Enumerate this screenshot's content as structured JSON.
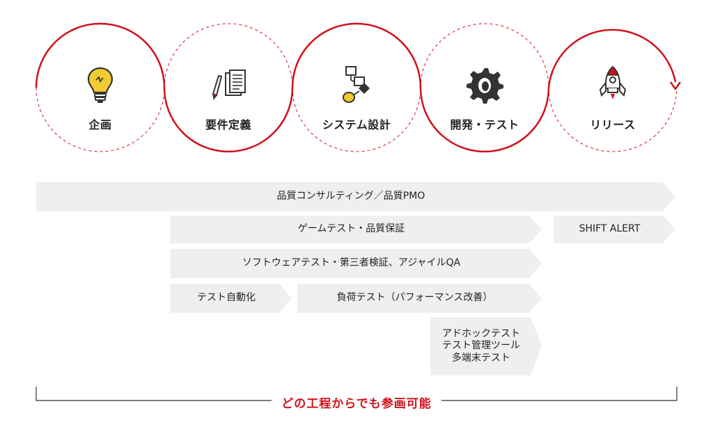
{
  "colors": {
    "accent": "#d0121b",
    "bar": "#efefef",
    "icon_yellow": "#f2cb30",
    "icon_dark": "#333333"
  },
  "stages": [
    {
      "label": "企画",
      "icon": "lightbulb-icon"
    },
    {
      "label": "要件定義",
      "icon": "documents-pencil-icon"
    },
    {
      "label": "システム設計",
      "icon": "flowchart-icon"
    },
    {
      "label": "開発・テスト",
      "icon": "gear-icon"
    },
    {
      "label": "リリース",
      "icon": "rocket-icon"
    }
  ],
  "services": {
    "quality_consulting": "品質コンサルティング／品質PMO",
    "game_test": "ゲームテスト・品質保証",
    "shift_alert": "SHIFT ALERT",
    "software_test": "ソフトウェアテスト・第三者検証、アジャイルQA",
    "test_automation": "テスト自動化",
    "load_test": "負荷テスト（パフォーマンス改善）",
    "adhoc_lines": [
      "アドホックテスト",
      "テスト管理ツール",
      "多端末テスト"
    ]
  },
  "footer": {
    "text": "どの工程からでも参画可能"
  }
}
